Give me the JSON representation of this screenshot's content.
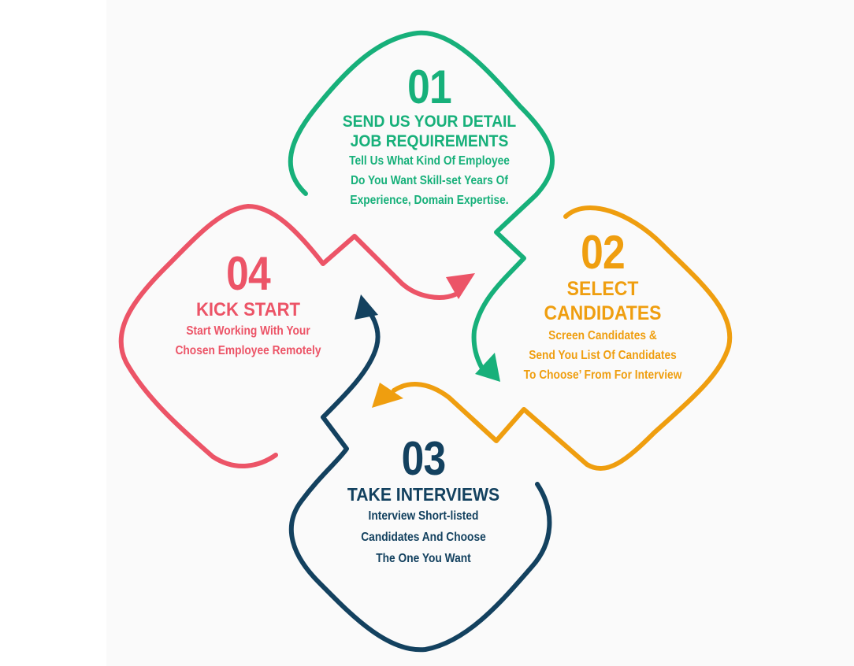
{
  "colors": {
    "step1": "#17b07a",
    "step2": "#ef9e0f",
    "step3": "#13415f",
    "step4": "#ec5467"
  },
  "steps": [
    {
      "number": "01",
      "heading": [
        "SEND US YOUR DETAIL",
        "JOB REQUIREMENTS"
      ],
      "description": [
        "Tell Us What Kind Of Employee",
        "Do You Want Skill-set Years Of",
        "Experience, Domain Expertise."
      ]
    },
    {
      "number": "02",
      "heading": [
        "SELECT",
        "CANDIDATES"
      ],
      "description": [
        "Screen Candidates &",
        "Send You List Of Candidates",
        "To Choose’ From For Interview"
      ]
    },
    {
      "number": "03",
      "heading": [
        "TAKE INTERVIEWS"
      ],
      "description": [
        "Interview Short-listed",
        "Candidates And Choose",
        "The One You Want"
      ]
    },
    {
      "number": "04",
      "heading": [
        "KICK START"
      ],
      "description": [
        "Start Working With Your",
        "Chosen Employee Remotely"
      ]
    }
  ]
}
